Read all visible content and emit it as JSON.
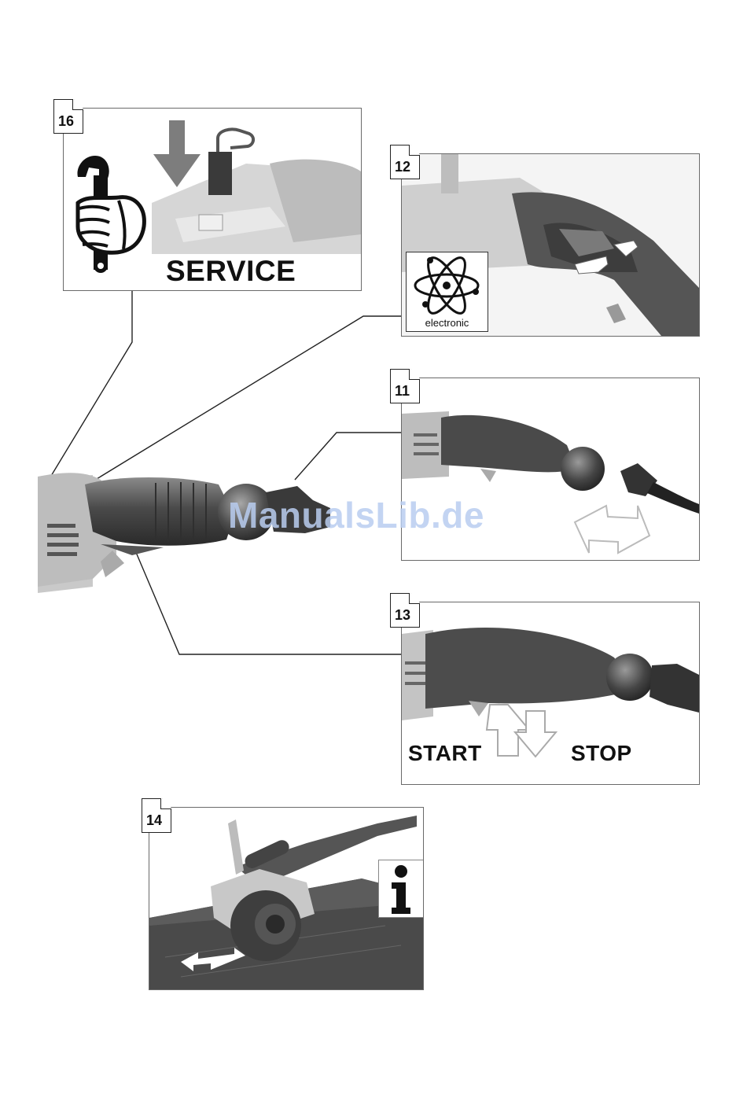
{
  "figures": {
    "fig16": {
      "number": "16",
      "label": "SERVICE"
    },
    "fig12": {
      "number": "12",
      "badge": "electronic"
    },
    "fig11": {
      "number": "11"
    },
    "fig13": {
      "number": "13",
      "start_label": "START",
      "stop_label": "STOP"
    },
    "fig14": {
      "number": "14"
    }
  },
  "watermark": "ManualsLib.de"
}
